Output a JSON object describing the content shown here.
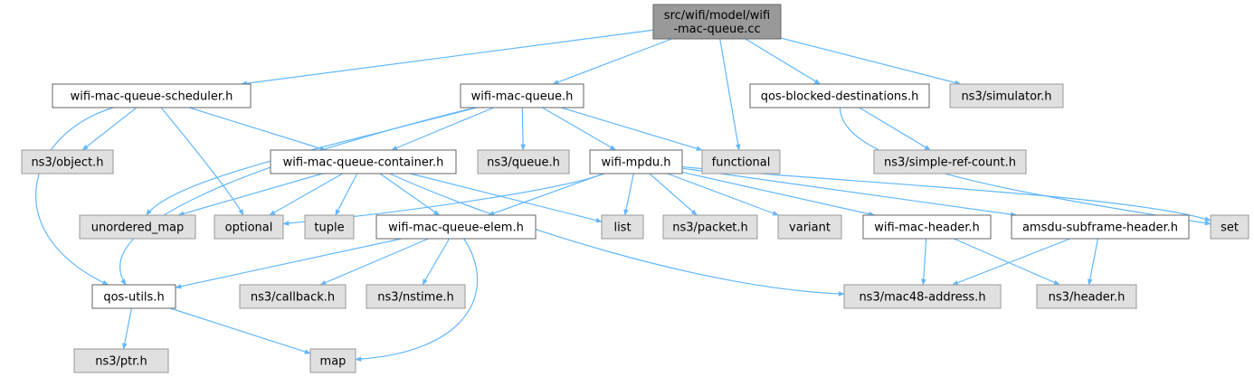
{
  "colors": {
    "root_fill": "#999999",
    "documented_fill": "#ffffff",
    "external_fill": "#e0e0e0",
    "documented_border": "#666666",
    "external_border": "#999999",
    "edge": "#63b8ff"
  },
  "nodes": [
    {
      "id": "root",
      "lines": [
        "src/wifi/model/wifi",
        "-mac-queue.cc"
      ],
      "kind": "root"
    },
    {
      "id": "sched",
      "lines": [
        "wifi-mac-queue-scheduler.h"
      ],
      "kind": "documented"
    },
    {
      "id": "queue",
      "lines": [
        "wifi-mac-queue.h"
      ],
      "kind": "documented"
    },
    {
      "id": "qbd",
      "lines": [
        "qos-blocked-destinations.h"
      ],
      "kind": "documented"
    },
    {
      "id": "sim",
      "lines": [
        "ns3/simulator.h"
      ],
      "kind": "external"
    },
    {
      "id": "object",
      "lines": [
        "ns3/object.h"
      ],
      "kind": "external"
    },
    {
      "id": "container",
      "lines": [
        "wifi-mac-queue-container.h"
      ],
      "kind": "documented"
    },
    {
      "id": "nsqueue",
      "lines": [
        "ns3/queue.h"
      ],
      "kind": "external"
    },
    {
      "id": "mpdu",
      "lines": [
        "wifi-mpdu.h"
      ],
      "kind": "documented"
    },
    {
      "id": "functional",
      "lines": [
        "functional"
      ],
      "kind": "external"
    },
    {
      "id": "srefcount",
      "lines": [
        "ns3/simple-ref-count.h"
      ],
      "kind": "external"
    },
    {
      "id": "umap",
      "lines": [
        "unordered_map"
      ],
      "kind": "external"
    },
    {
      "id": "optional",
      "lines": [
        "optional"
      ],
      "kind": "external"
    },
    {
      "id": "tuple",
      "lines": [
        "tuple"
      ],
      "kind": "external"
    },
    {
      "id": "elem",
      "lines": [
        "wifi-mac-queue-elem.h"
      ],
      "kind": "documented"
    },
    {
      "id": "list",
      "lines": [
        "list"
      ],
      "kind": "external"
    },
    {
      "id": "packet",
      "lines": [
        "ns3/packet.h"
      ],
      "kind": "external"
    },
    {
      "id": "variant",
      "lines": [
        "variant"
      ],
      "kind": "external"
    },
    {
      "id": "machdr",
      "lines": [
        "wifi-mac-header.h"
      ],
      "kind": "documented"
    },
    {
      "id": "amsdu",
      "lines": [
        "amsdu-subframe-header.h"
      ],
      "kind": "documented"
    },
    {
      "id": "set",
      "lines": [
        "set"
      ],
      "kind": "external"
    },
    {
      "id": "qosutils",
      "lines": [
        "qos-utils.h"
      ],
      "kind": "documented"
    },
    {
      "id": "callback",
      "lines": [
        "ns3/callback.h"
      ],
      "kind": "external"
    },
    {
      "id": "nstime",
      "lines": [
        "ns3/nstime.h"
      ],
      "kind": "external"
    },
    {
      "id": "mac48",
      "lines": [
        "ns3/mac48-address.h"
      ],
      "kind": "external"
    },
    {
      "id": "header",
      "lines": [
        "ns3/header.h"
      ],
      "kind": "external"
    },
    {
      "id": "ptr",
      "lines": [
        "ns3/ptr.h"
      ],
      "kind": "external"
    },
    {
      "id": "map",
      "lines": [
        "map"
      ],
      "kind": "external"
    }
  ],
  "edges": [
    {
      "from": "root",
      "to": "sched"
    },
    {
      "from": "root",
      "to": "queue"
    },
    {
      "from": "root",
      "to": "functional"
    },
    {
      "from": "root",
      "to": "qbd"
    },
    {
      "from": "root",
      "to": "sim"
    },
    {
      "from": "sched",
      "to": "object"
    },
    {
      "from": "sched",
      "to": "container"
    },
    {
      "from": "sched",
      "to": "optional"
    },
    {
      "from": "sched",
      "to": "qosutils"
    },
    {
      "from": "queue",
      "to": "container"
    },
    {
      "from": "queue",
      "to": "nsqueue"
    },
    {
      "from": "queue",
      "to": "mpdu"
    },
    {
      "from": "queue",
      "to": "functional"
    },
    {
      "from": "queue",
      "to": "umap"
    },
    {
      "from": "queue",
      "to": "qosutils"
    },
    {
      "from": "qbd",
      "to": "srefcount"
    },
    {
      "from": "qbd",
      "to": "set"
    },
    {
      "from": "container",
      "to": "umap"
    },
    {
      "from": "container",
      "to": "optional"
    },
    {
      "from": "container",
      "to": "tuple"
    },
    {
      "from": "container",
      "to": "elem"
    },
    {
      "from": "container",
      "to": "list"
    },
    {
      "from": "container",
      "to": "mac48"
    },
    {
      "from": "mpdu",
      "to": "optional"
    },
    {
      "from": "mpdu",
      "to": "elem"
    },
    {
      "from": "mpdu",
      "to": "list"
    },
    {
      "from": "mpdu",
      "to": "packet"
    },
    {
      "from": "mpdu",
      "to": "variant"
    },
    {
      "from": "mpdu",
      "to": "machdr"
    },
    {
      "from": "mpdu",
      "to": "amsdu"
    },
    {
      "from": "mpdu",
      "to": "set"
    },
    {
      "from": "elem",
      "to": "qosutils"
    },
    {
      "from": "elem",
      "to": "callback"
    },
    {
      "from": "elem",
      "to": "nstime"
    },
    {
      "from": "elem",
      "to": "map"
    },
    {
      "from": "machdr",
      "to": "mac48"
    },
    {
      "from": "machdr",
      "to": "header"
    },
    {
      "from": "amsdu",
      "to": "mac48"
    },
    {
      "from": "amsdu",
      "to": "header"
    },
    {
      "from": "qosutils",
      "to": "ptr"
    },
    {
      "from": "qosutils",
      "to": "map"
    }
  ]
}
